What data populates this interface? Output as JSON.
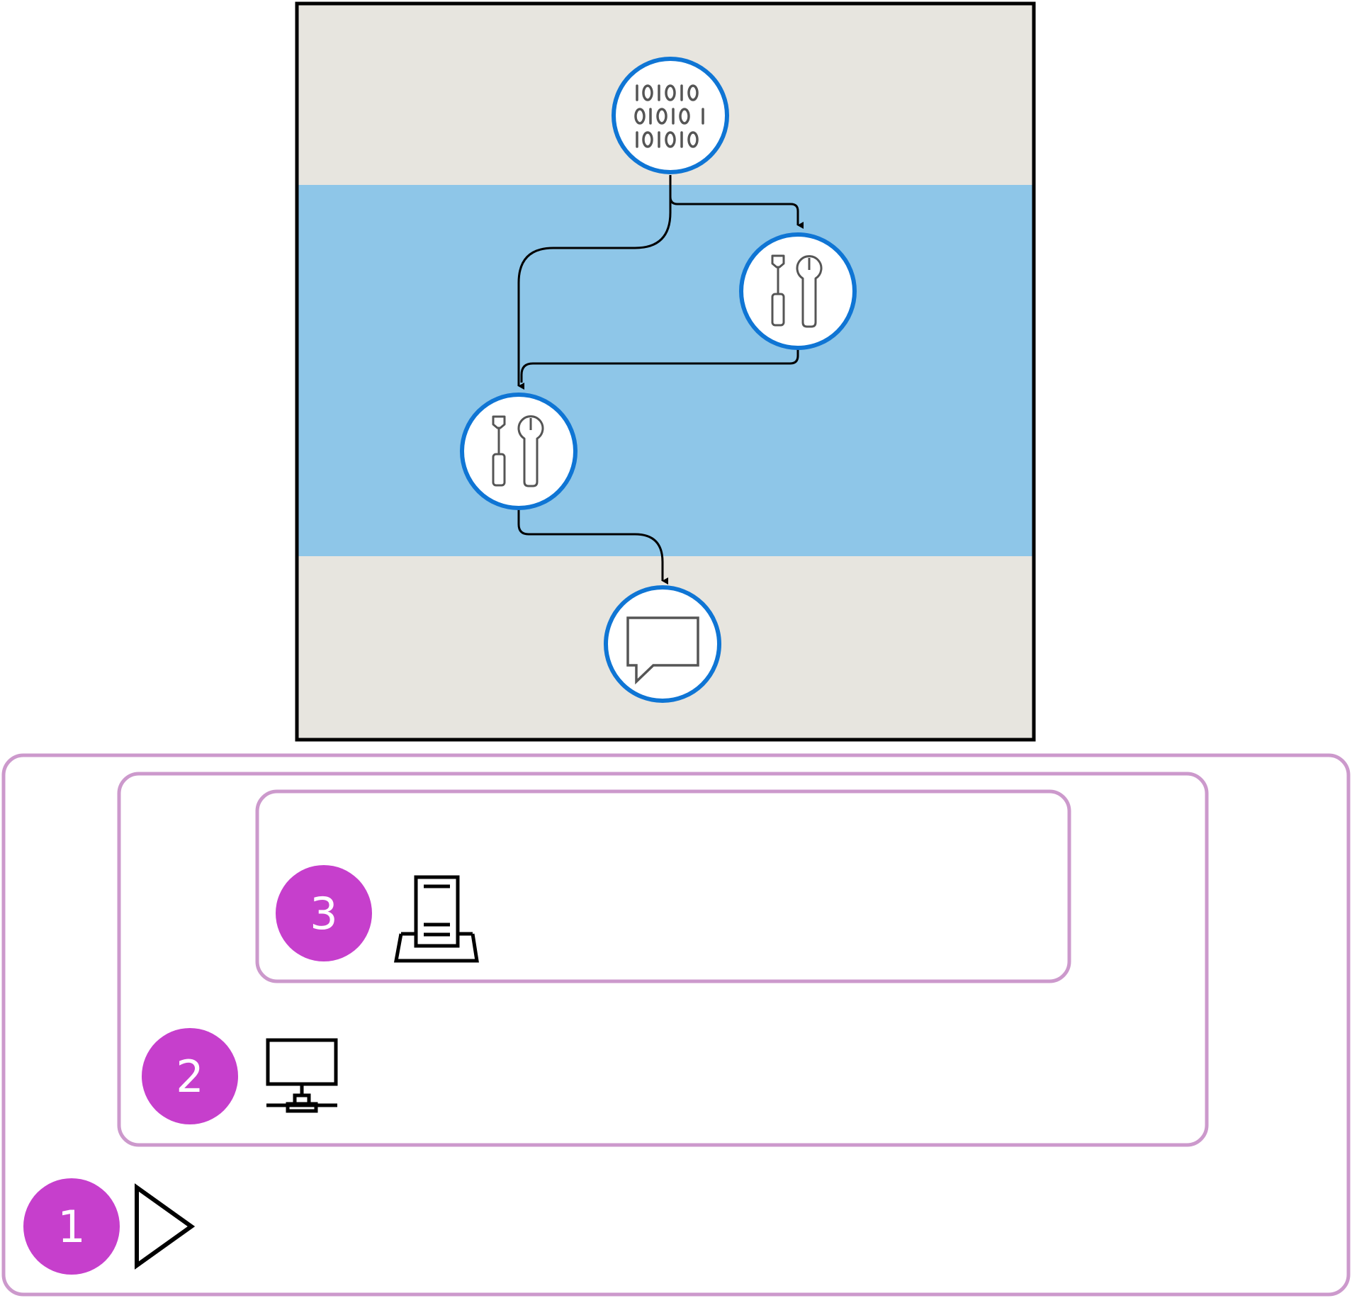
{
  "colors": {
    "band_gray": "#E7E5DF",
    "band_blue": "#8EC6E8",
    "node_ring": "#0F75D4",
    "node_fill": "#FFFFFF",
    "icon_stroke": "#555555",
    "connector": "#000000",
    "frame_border": "#000000",
    "container_border": "#CC99CC",
    "badge_fill": "#C63FCC",
    "badge_text": "#FFFFFF"
  },
  "nodes": [
    {
      "id": "data-source",
      "icon": "binary-data-icon"
    },
    {
      "id": "tool-right",
      "icon": "tools-icon"
    },
    {
      "id": "tool-left",
      "icon": "tools-icon"
    },
    {
      "id": "output-message",
      "icon": "chat-bubble-icon"
    }
  ],
  "connectors": [
    {
      "from": "data-source",
      "to": "tool-right"
    },
    {
      "from": "data-source",
      "to": "tool-left"
    },
    {
      "from": "tool-right",
      "to": "tool-left"
    },
    {
      "from": "tool-left",
      "to": "output-message"
    }
  ],
  "containers": [
    {
      "level": 1,
      "badge": "1",
      "icon": "play-triangle-icon"
    },
    {
      "level": 2,
      "badge": "2",
      "icon": "network-computer-icon"
    },
    {
      "level": 3,
      "badge": "3",
      "icon": "server-tower-icon"
    }
  ]
}
